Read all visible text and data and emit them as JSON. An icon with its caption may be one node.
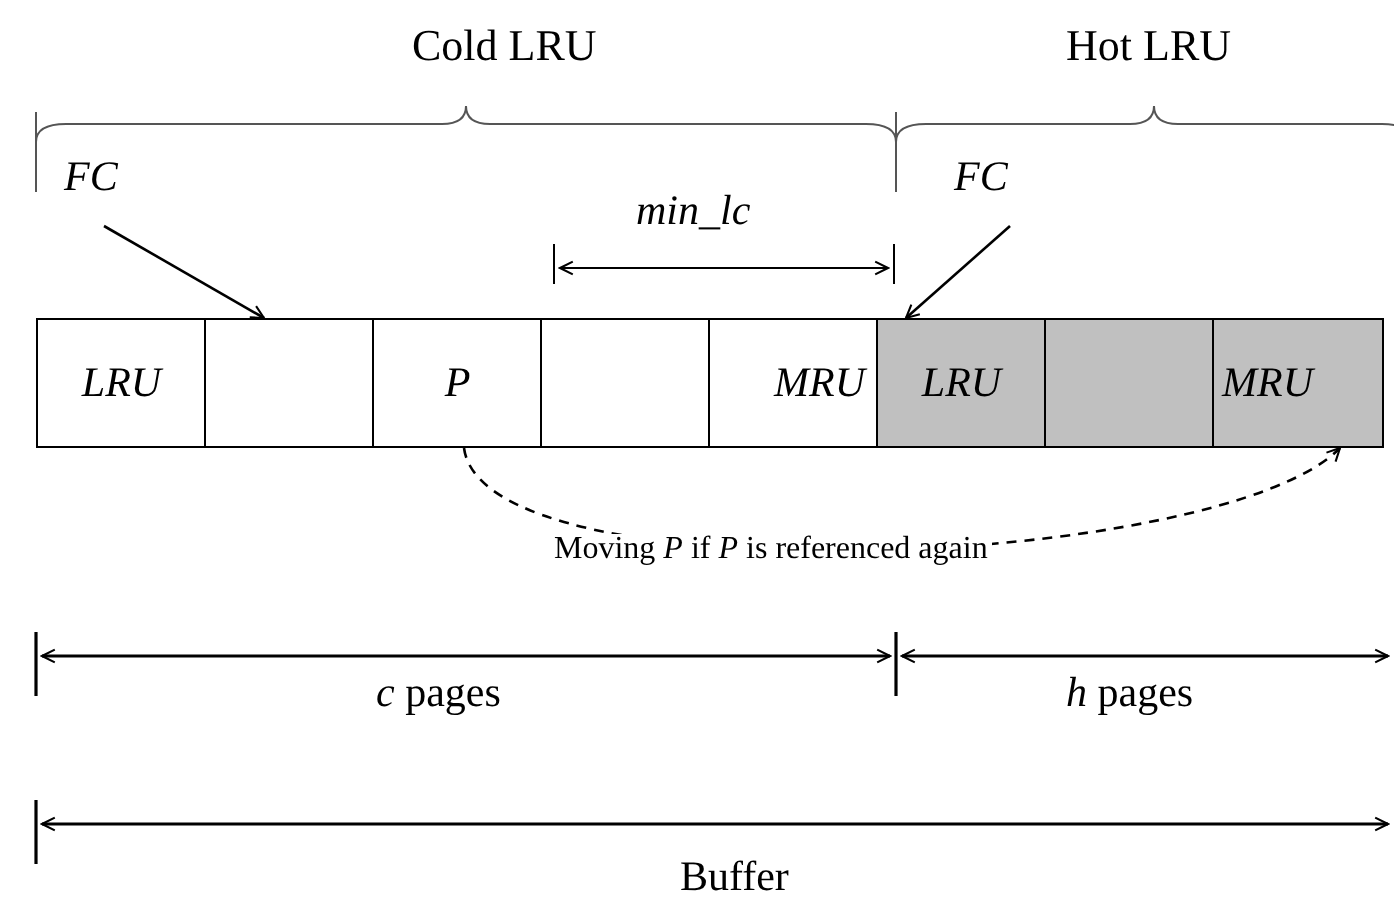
{
  "diagram": {
    "nodes": [
      {
        "text": [
          "FC"
        ]
      },
      {
        "text": [
          "FC"
        ]
      },
      {
        "text": [
          "LRU"
        ]
      },
      {
        "text": [],
        "shape": "box"
      },
      {
        "text": [
          "P"
        ]
      },
      {
        "text": [],
        "shape": "box"
      },
      {
        "text": [
          "MRU"
        ]
      },
      {
        "text": [
          "LRU"
        ]
      },
      {
        "text": [],
        "shape": "box"
      },
      {
        "text": [
          "MRU"
        ]
      }
    ],
    "edges": [
      {
        "from": 0,
        "to": 3,
        "arrow": "to"
      },
      {
        "from": 1,
        "to": 7,
        "arrow": "to"
      },
      {
        "from": 4,
        "to": 9,
        "arrow": "to",
        "style": "dashed",
        "label": "Moving *P* if *P* is referenced again"
      }
    ],
    "labels": [
      "Cold LRU",
      "Hot LRU",
      "min_lc",
      "*c* pages",
      "*h* pages",
      "Buffer"
    ]
  }
}
